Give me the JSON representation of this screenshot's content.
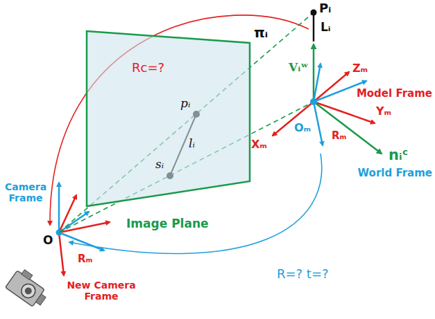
{
  "diagram": {
    "nodes": [
      {
        "text": [
          "πᵢ",
          "Image Plane"
        ]
      }
    ],
    "labels": [
      "Pᵢ",
      "Lᵢ",
      "Vᵢʷ",
      "Zₘ",
      "Model Frame",
      "Xₘ",
      "Oₘ",
      "Yₘ",
      "Rₘ",
      "nᵢᶜ",
      "World Frame",
      "Rc=?",
      "pᵢ",
      "lᵢ",
      "sᵢ",
      "Camera Frame",
      "O",
      "Rₘ",
      "New Camera Frame",
      "R=? t=?"
    ]
  }
}
